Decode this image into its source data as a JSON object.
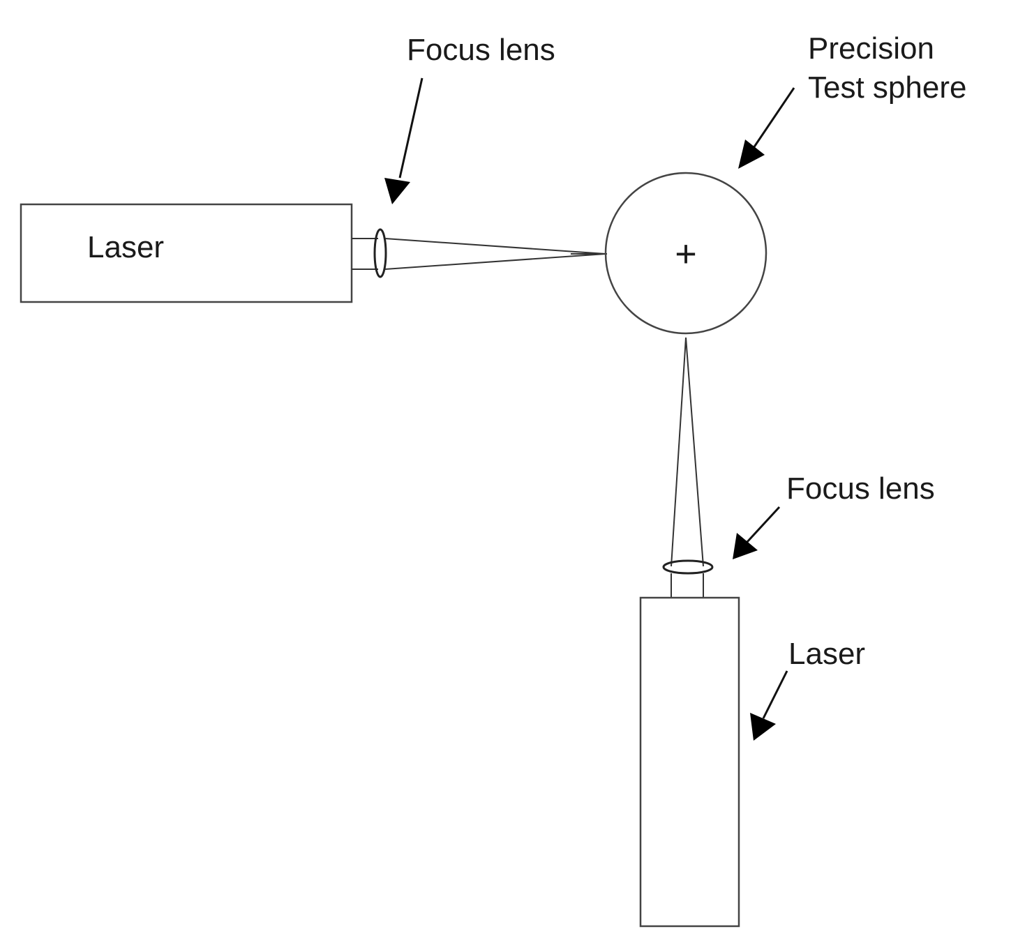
{
  "labels": {
    "focus_lens_top": "Focus lens",
    "precision_line1": "Precision",
    "precision_line2": "Test sphere",
    "laser_left": "Laser",
    "focus_lens_bottom": "Focus lens",
    "laser_bottom": "Laser"
  },
  "center_mark": "+",
  "colors": {
    "stroke": "#444444",
    "arrow": "#000000",
    "text": "#1a1a1a",
    "background": "#ffffff"
  }
}
